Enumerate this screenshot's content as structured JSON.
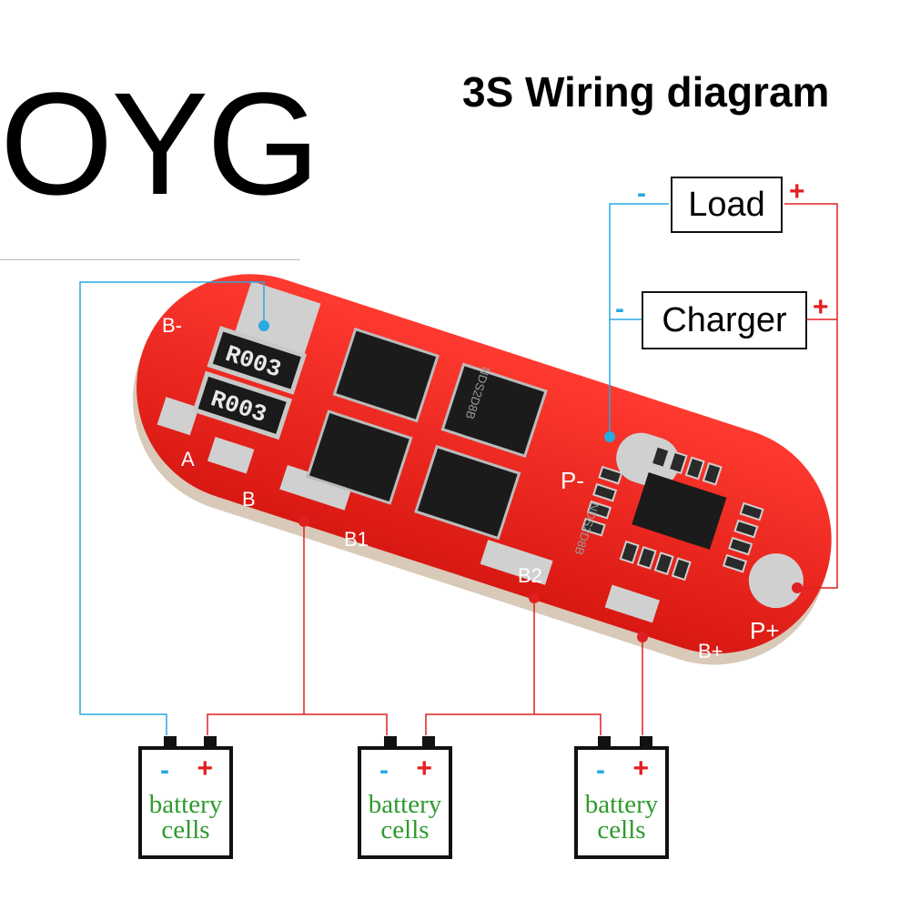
{
  "brand": "OYG",
  "title": "3S Wiring diagram",
  "load": {
    "label": "Load",
    "minus": "-",
    "plus": "+"
  },
  "charger": {
    "label": "Charger",
    "minus": "-",
    "plus": "+"
  },
  "batteries": [
    {
      "minus": "-",
      "plus": "+",
      "line1": "battery",
      "line2": "cells"
    },
    {
      "minus": "-",
      "plus": "+",
      "line1": "battery",
      "line2": "cells"
    },
    {
      "minus": "-",
      "plus": "+",
      "line1": "battery",
      "line2": "cells"
    }
  ],
  "pcb": {
    "pads": {
      "b_minus": "B-",
      "a": "A",
      "b": "B",
      "b1": "B1",
      "b2": "B2",
      "b_plus": "B+",
      "p_minus": "P-",
      "p_plus": "P+"
    },
    "resistor_marking": "R003",
    "mosfet_marking": "NDS2D8B"
  },
  "colors": {
    "negative_wire": "#29a8e0",
    "positive_wire": "#e02020",
    "board": "#e8231f"
  }
}
